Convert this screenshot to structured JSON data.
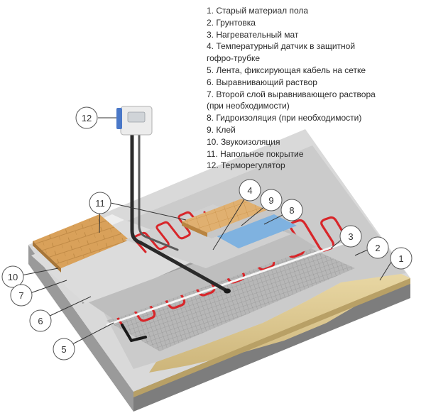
{
  "legend": {
    "items": [
      "1. Старый материал пола",
      "2. Грунтовка",
      "3. Нагревательный мат",
      "4. Температурный датчик в защитной",
      "гофро-трубке",
      "5. Лента, фиксирующая кабель на сетке",
      "6. Выравнивающий раствор",
      "7. Второй слой выравнивающего раствора",
      "(при необходимости)",
      "8. Гидроизоляция (при необходимости)",
      "9. Клей",
      "10. Звукоизоляция",
      "11. Напольное покрытие",
      "12. Терморегулятор"
    ]
  },
  "callouts": {
    "c1": "1",
    "c2": "2",
    "c3": "3",
    "c4": "4",
    "c5": "5",
    "c6": "6",
    "c7": "7",
    "c8": "8",
    "c9": "9",
    "c10": "10",
    "c11": "11",
    "c12": "12"
  },
  "colors": {
    "concrete_side": "#8e8e8e",
    "concrete_top": "#d6d6d6",
    "primer": "#cfcfcf",
    "screed": "#bdbdbd",
    "cable": "#d8262a",
    "mesh": "#8a8a8a",
    "wood": "#d9a15a",
    "waterproofing": "#7fb2e0",
    "thermostat": "#e9e9e9"
  }
}
